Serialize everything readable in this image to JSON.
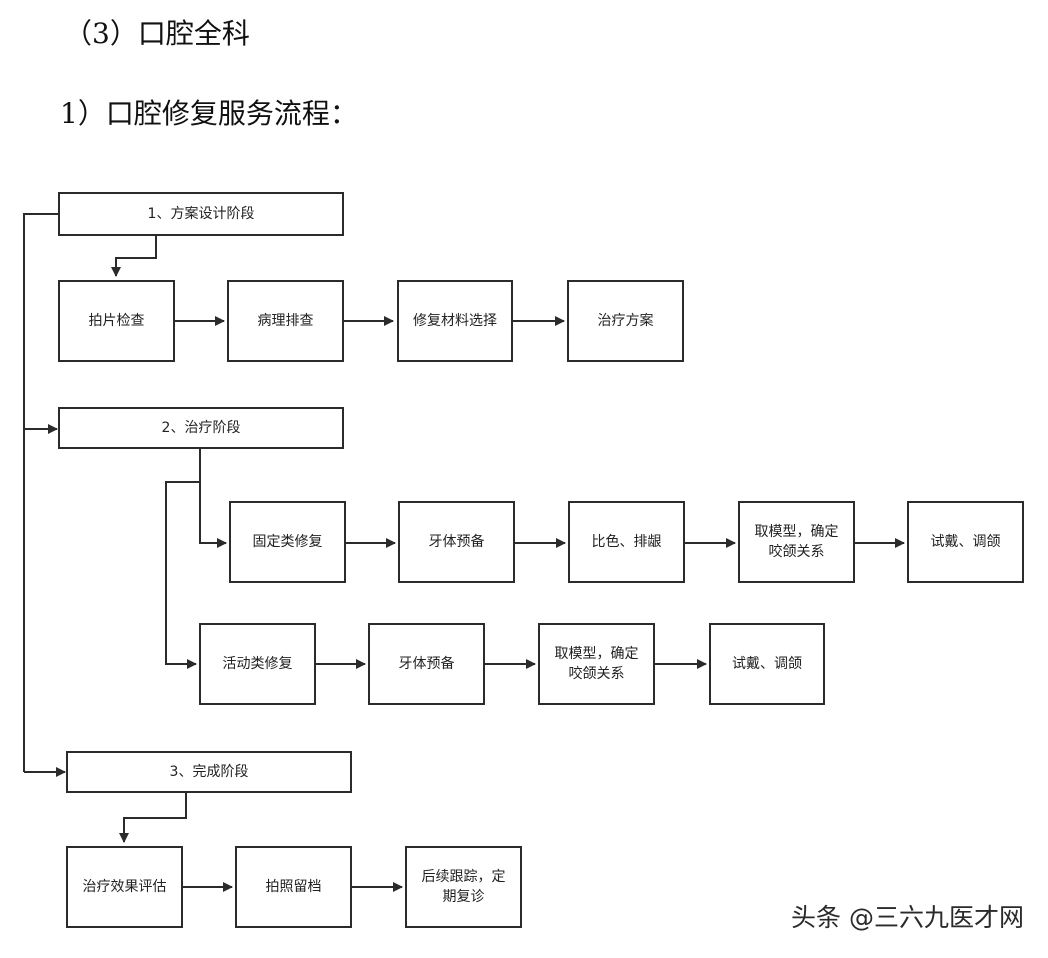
{
  "section_title": "（3）口腔全科",
  "subsection_title": "1）口腔修复服务流程：",
  "stages": {
    "stage1": {
      "label": "1、方案设计阶段",
      "steps": [
        "拍片检查",
        "病理排查",
        "修复材料选择",
        "治疗方案"
      ]
    },
    "stage2": {
      "label": "2、治疗阶段",
      "fixed": [
        "固定类修复",
        "牙体预备",
        "比色、排龈",
        "取模型，确定咬颌关系",
        "试戴、调颌"
      ],
      "removable": [
        "活动类修复",
        "牙体预备",
        "取模型，确定咬颌关系",
        "试戴、调颌"
      ]
    },
    "stage3": {
      "label": "3、完成阶段",
      "steps": [
        "治疗效果评估",
        "拍照留档",
        "后续跟踪，定期复诊"
      ]
    }
  },
  "watermark": "头条 @三六九医才网"
}
